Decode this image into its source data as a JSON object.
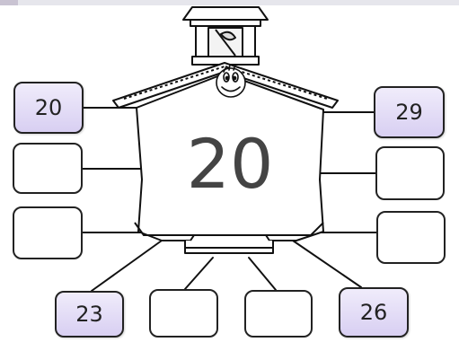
{
  "center_value": "20",
  "boxes": {
    "left_1": "20",
    "left_2": "",
    "left_3": "",
    "right_1": "29",
    "right_2": "",
    "right_3": "",
    "bottom_1": "23",
    "bottom_2": "",
    "bottom_3": "",
    "bottom_4": "26"
  },
  "colors": {
    "filled_box_fill": "#d8cff2",
    "outline": "#222222"
  }
}
